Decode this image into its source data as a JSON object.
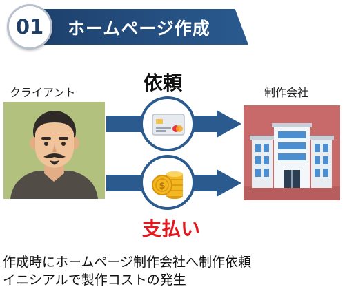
{
  "step": {
    "number": "01",
    "title": "ホームページ作成"
  },
  "actors": {
    "client_label": "クライアント",
    "company_label": "制作会社"
  },
  "flows": {
    "request_label": "依頼",
    "payment_label": "支払い"
  },
  "caption": {
    "line1": "作成時にホームページ制作会社へ制作依頼",
    "line2": "イニシアルで製作コストの発生"
  },
  "colors": {
    "banner": "#1d3f6b",
    "arrow": "#2b5b8e",
    "payment_text": "#e5161c",
    "client_bg": "#b3c17e",
    "company_bg": "#c96a6a"
  },
  "icons": {
    "client": "man-avatar-icon",
    "company": "office-building-icon",
    "request": "credit-card-icon",
    "payment": "coin-stack-icon"
  }
}
